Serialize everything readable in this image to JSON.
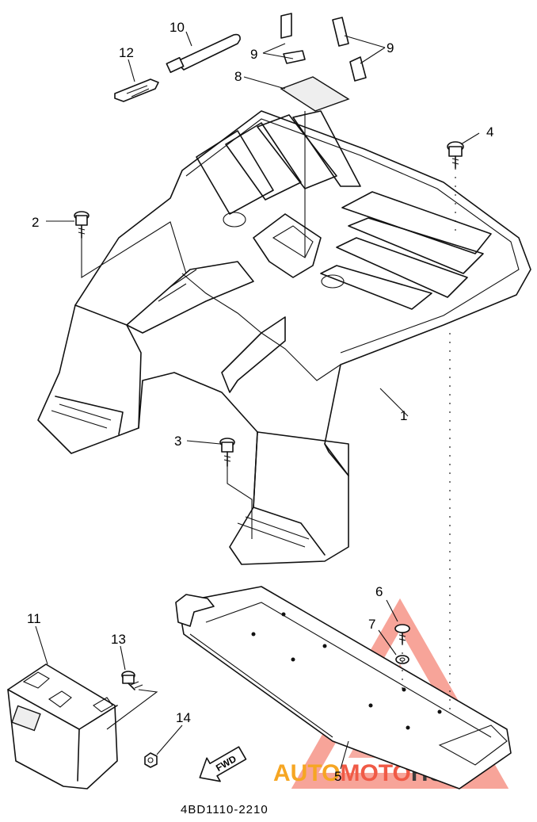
{
  "diagram": {
    "callouts": [
      "1",
      "2",
      "3",
      "4",
      "5",
      "6",
      "7",
      "8",
      "9",
      "9",
      "10",
      "11",
      "12",
      "13",
      "14"
    ],
    "fwd_label": "FWD",
    "part_code": "4BD1110-2210"
  },
  "watermark": {
    "prefix": "AUTO",
    "middle": "MOTO",
    "suffix": "HUB",
    "accent_color": "#f05a46",
    "secondary_color": "#f6a623",
    "dark_color": "#3c3c3c"
  }
}
